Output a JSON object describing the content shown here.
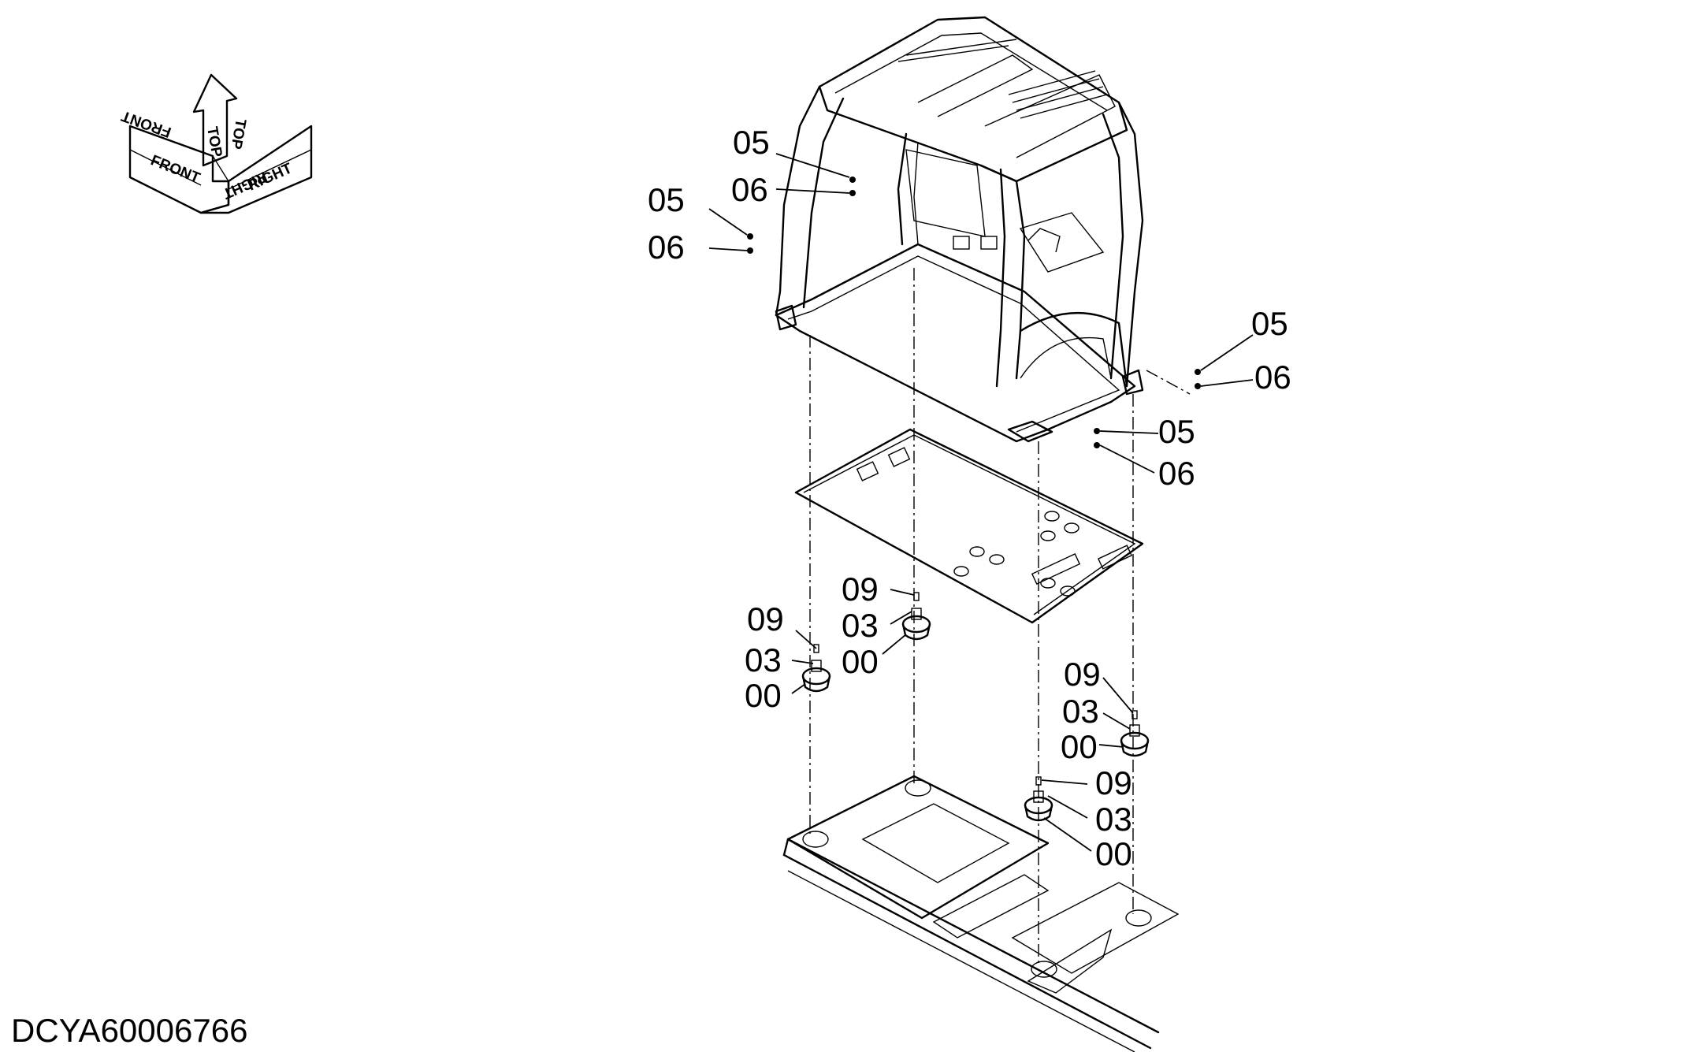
{
  "drawing": {
    "document_id": "DCYA60006766",
    "orientation_labels": {
      "front": "FRONT",
      "front_flipped": "FRONT",
      "top_left": "TOP",
      "top_right": "TOP",
      "right": "RIGHT",
      "right_flipped": "RIGHT"
    },
    "callouts": {
      "cab_left_05": "05",
      "cab_left_06": "06",
      "cab_front_05": "05",
      "cab_front_06": "06",
      "cab_right_05": "05",
      "cab_right_06": "06",
      "cab_rear_05": "05",
      "cab_rear_06": "06",
      "mount_a_09": "09",
      "mount_a_03": "03",
      "mount_a_00": "00",
      "mount_b_09": "09",
      "mount_b_03": "03",
      "mount_b_00": "00",
      "mount_c_09": "09",
      "mount_c_03": "03",
      "mount_c_00": "00",
      "mount_d_09": "09",
      "mount_d_03": "03",
      "mount_d_00": "00"
    }
  }
}
